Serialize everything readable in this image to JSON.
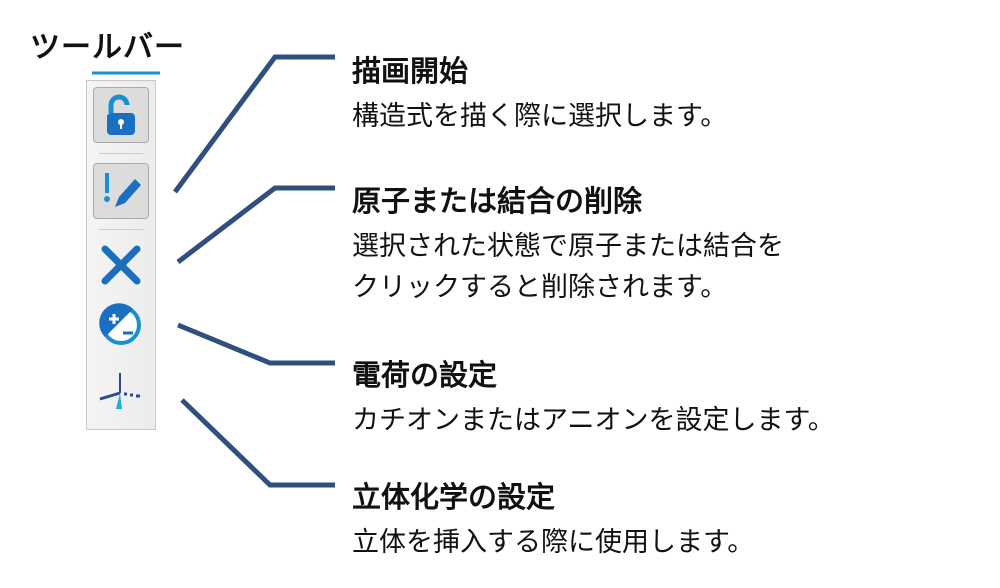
{
  "title": "ツールバー",
  "items": [
    {
      "title": "描画開始",
      "description": [
        "構造式を描く際に選択します。"
      ]
    },
    {
      "title": "原子または結合の削除",
      "description": [
        "選択された状態で原子または結合を",
        "クリックすると削除されます。"
      ]
    },
    {
      "title": "電荷の設定",
      "description": [
        "カチオンまたはアニオンを設定します。"
      ]
    },
    {
      "title": "立体化学の設定",
      "description": [
        "立体を挿入する際に使用します。"
      ]
    }
  ],
  "colors": {
    "connector": "#2f4f7f",
    "icon": "#1a7fc8"
  }
}
